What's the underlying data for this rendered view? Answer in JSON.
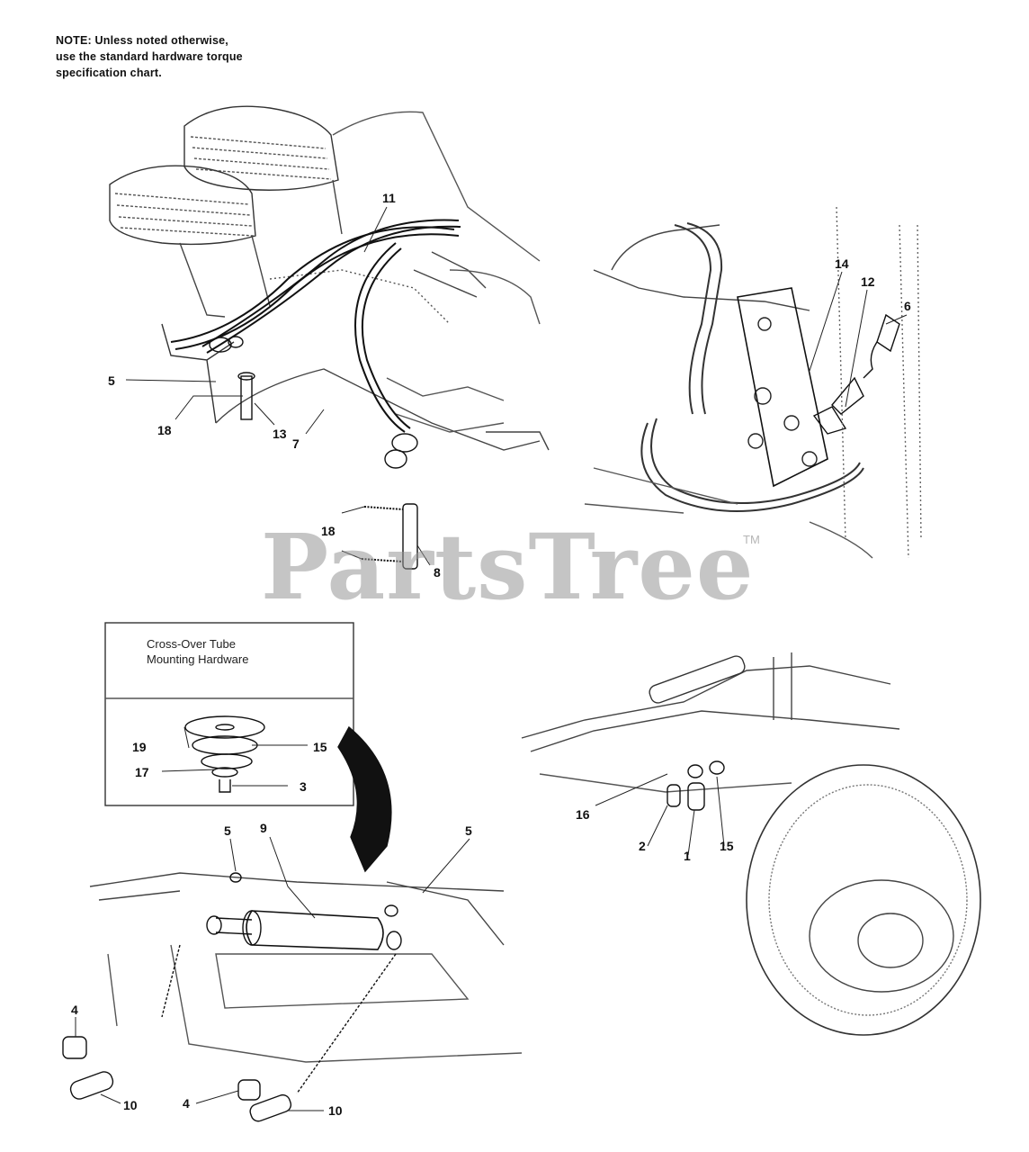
{
  "note": {
    "lines": [
      "NOTE: Unless noted otherwise,",
      "use the standard hardware torque",
      "specification chart."
    ]
  },
  "inset": {
    "title_lines": [
      "Cross-Over Tube",
      "Mounting Hardware"
    ]
  },
  "callouts": {
    "tl": [
      "11",
      "5",
      "18",
      "13",
      "7",
      "18",
      "8"
    ],
    "tr": [
      "14",
      "12",
      "6"
    ],
    "inset": [
      "19",
      "15",
      "17",
      "3"
    ],
    "bl": [
      "5",
      "9",
      "5",
      "4",
      "10",
      "4",
      "10"
    ],
    "br": [
      "16",
      "2",
      "1",
      "15"
    ]
  },
  "watermark": {
    "text": "PartsTree",
    "mark": "TM"
  },
  "colors": {
    "ink": "#111111",
    "watermark": "#969696",
    "background": "#ffffff"
  }
}
